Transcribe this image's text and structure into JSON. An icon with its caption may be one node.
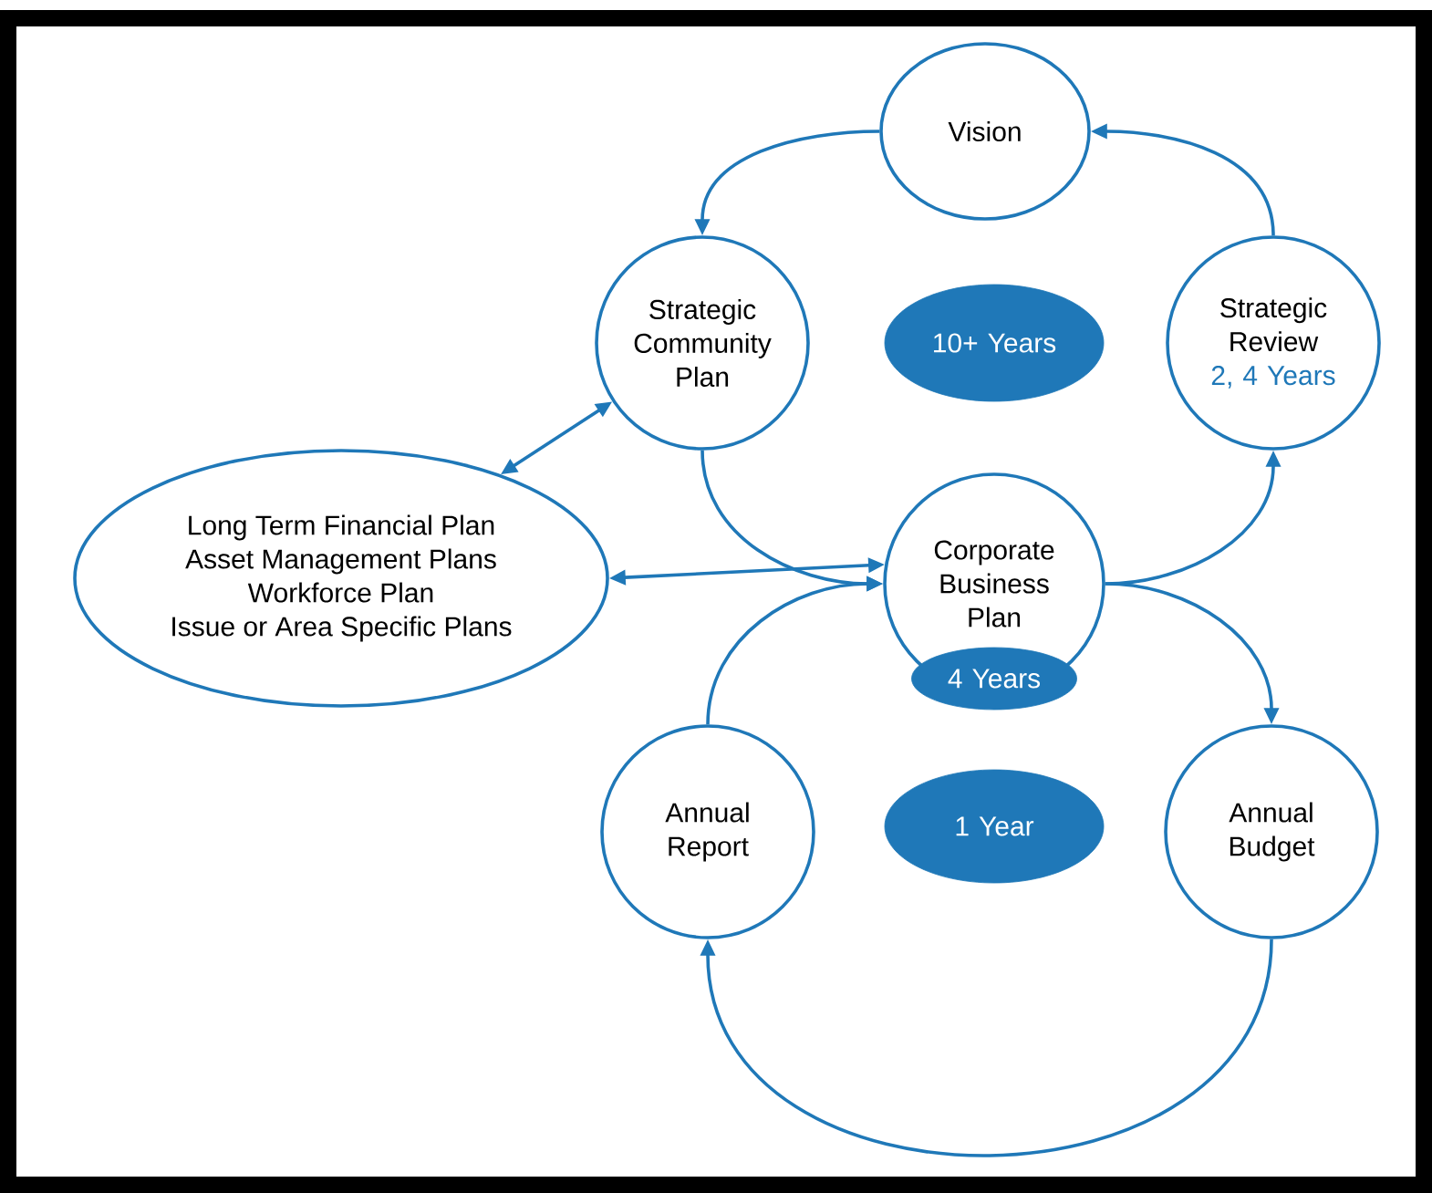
{
  "diagram": {
    "nodes": [
      {
        "text": [
          "Vision"
        ]
      },
      {
        "text": [
          "Strategic Community Plan"
        ]
      },
      {
        "text": [
          "10+ Years"
        ]
      },
      {
        "text": [
          "Strategic Review",
          "2, 4 Years"
        ]
      },
      {
        "text": [
          "Long Term Financial Plan",
          "Asset Management Plans",
          "Workforce Plan",
          "Issue or Area Specific Plans"
        ]
      },
      {
        "text": [
          "Corporate Business Plan"
        ]
      },
      {
        "text": [
          "4 Years"
        ]
      },
      {
        "text": [
          "Annual Report"
        ]
      },
      {
        "text": [
          "1 Year"
        ]
      },
      {
        "text": [
          "Annual Budget"
        ]
      }
    ],
    "edges": [
      {
        "from": 0,
        "to": 1,
        "arrow": "to"
      },
      {
        "from": 3,
        "to": 0,
        "arrow": "to"
      },
      {
        "from": 1,
        "to": 5,
        "arrow": "to"
      },
      {
        "from": 5,
        "to": 3,
        "arrow": "to"
      },
      {
        "from": 5,
        "to": 9,
        "arrow": "to"
      },
      {
        "from": 7,
        "to": 5,
        "arrow": "to"
      },
      {
        "from": 9,
        "to": 7,
        "arrow": "to"
      },
      {
        "from": 4,
        "to": 1,
        "arrow": "both"
      },
      {
        "from": 4,
        "to": 5,
        "arrow": "both"
      }
    ]
  }
}
